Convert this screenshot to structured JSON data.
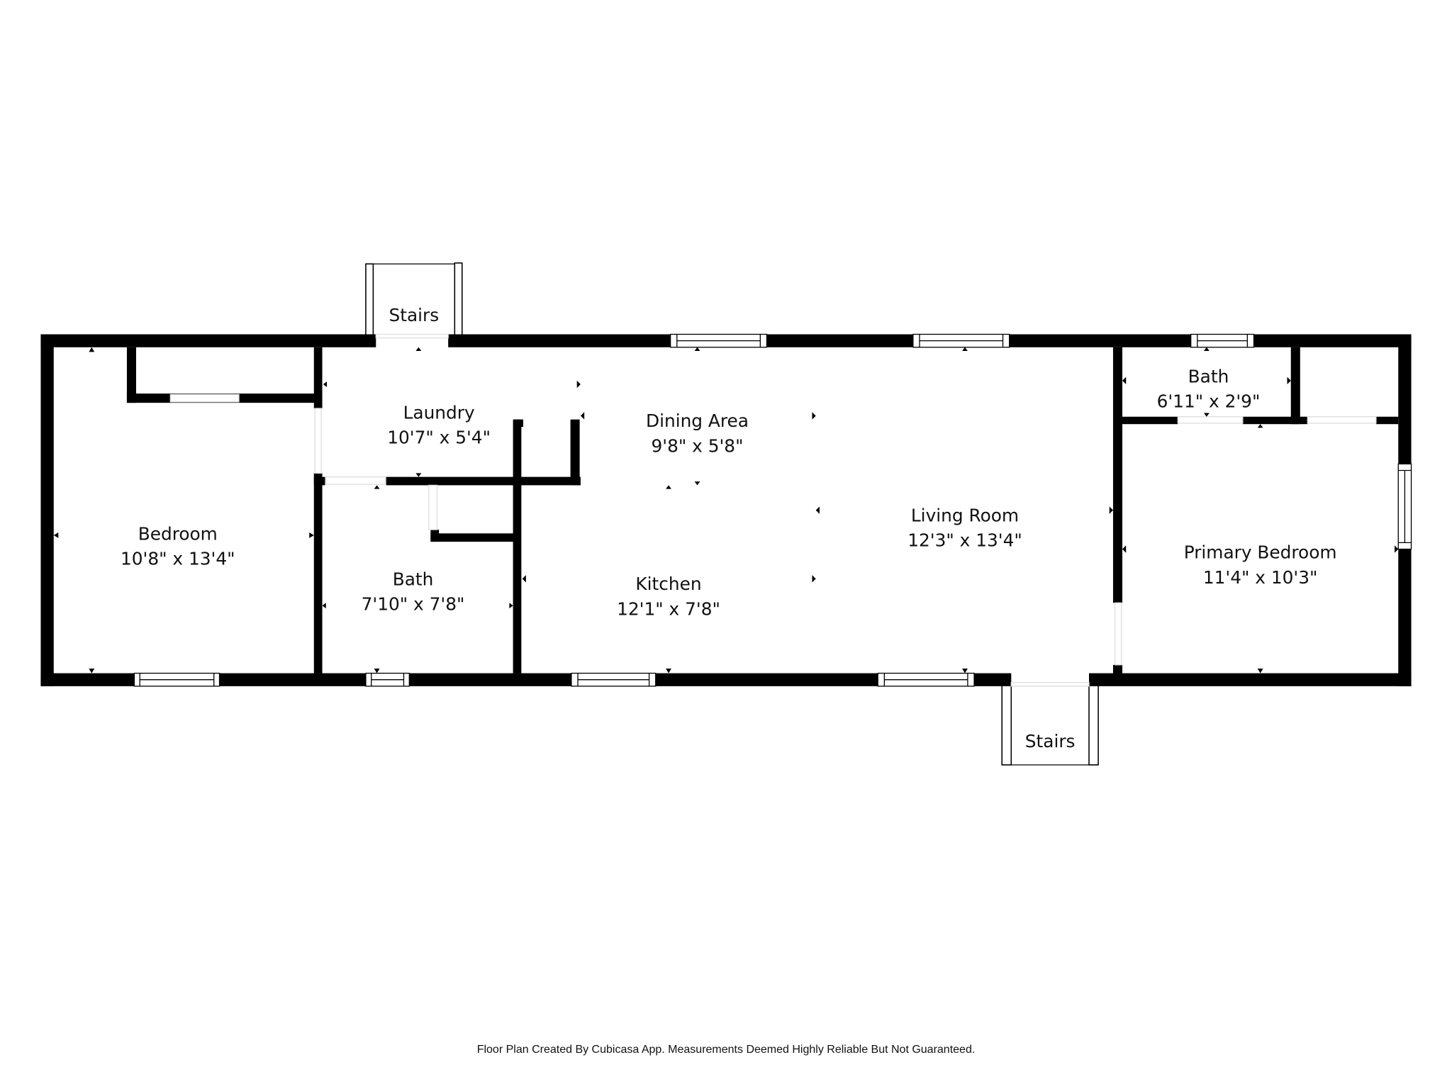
{
  "plan": {
    "rooms": [
      {
        "name": "Bedroom",
        "dimensions": "10'8\" x 13'4\""
      },
      {
        "name": "Laundry",
        "dimensions": "10'7\" x 5'4\""
      },
      {
        "name": "Dining Area",
        "dimensions": "9'8\" x 5'8\""
      },
      {
        "name": "Living Room",
        "dimensions": "12'3\" x 13'4\""
      },
      {
        "name": "Bath",
        "dimensions": "6'11\" x 2'9\""
      },
      {
        "name": "Primary Bedroom",
        "dimensions": "11'4\" x 10'3\""
      },
      {
        "name": "Bath",
        "dimensions": "7'10\" x 7'8\""
      },
      {
        "name": "Kitchen",
        "dimensions": "12'1\" x 7'8\""
      }
    ],
    "stairs": [
      {
        "label": "Stairs"
      },
      {
        "label": "Stairs"
      }
    ],
    "colors": {
      "wall": "#000000",
      "background": "#ffffff",
      "text": "#111111"
    }
  },
  "footer": {
    "disclaimer": "Floor Plan Created By Cubicasa App. Measurements Deemed Highly Reliable But Not Guaranteed."
  }
}
